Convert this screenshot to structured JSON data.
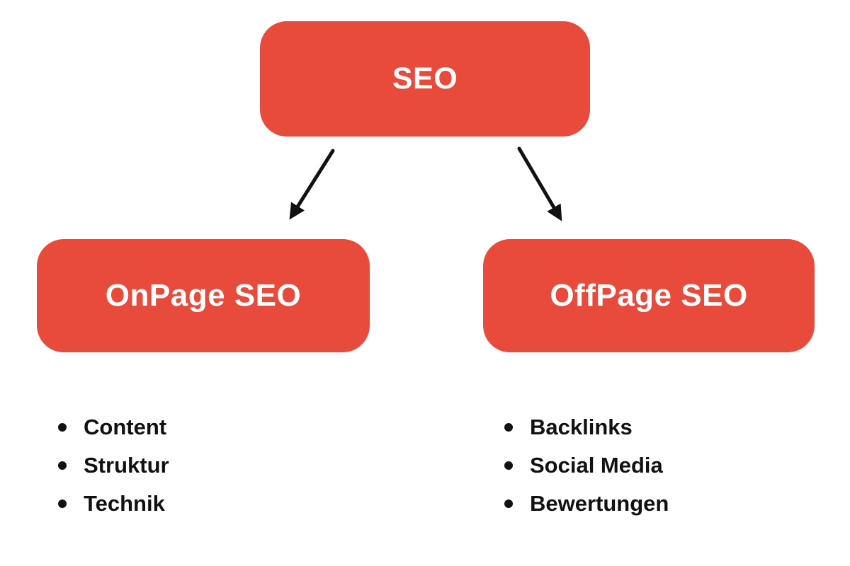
{
  "colors": {
    "background": "#FFFFFF",
    "node_fill": "#E84B3B",
    "node_text": "#FFFFFF",
    "arrow": "#111111",
    "list_text": "#111111"
  },
  "diagram": {
    "root": {
      "label": "SEO"
    },
    "branches": [
      {
        "label": "OnPage SEO",
        "items": [
          "Content",
          "Struktur",
          "Technik"
        ]
      },
      {
        "label": "OffPage SEO",
        "items": [
          "Backlinks",
          "Social Media",
          "Bewertungen"
        ]
      }
    ]
  }
}
